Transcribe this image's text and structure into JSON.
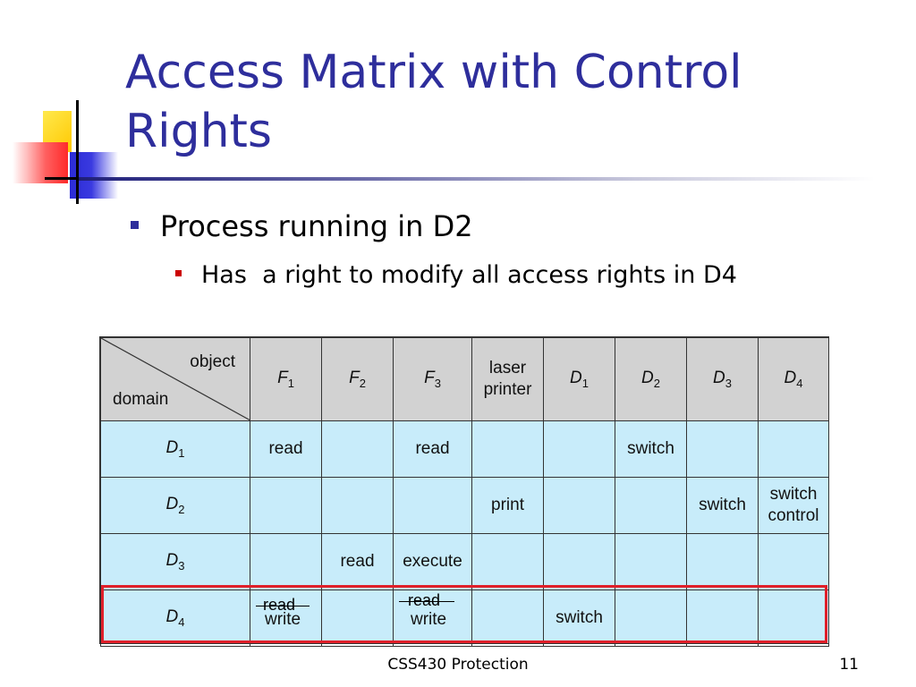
{
  "slide": {
    "title": "Access Matrix with Control Rights",
    "bullets": [
      {
        "text": "Process running in D2"
      },
      {
        "text": "Has  a right to modify all access rights in D4"
      }
    ],
    "footer": "CSS430 Protection",
    "page_number": "11"
  },
  "matrix": {
    "corner_object": "object",
    "corner_domain": "domain",
    "columns": [
      {
        "base": "F",
        "sub": "1"
      },
      {
        "base": "F",
        "sub": "2"
      },
      {
        "base": "F",
        "sub": "3"
      },
      {
        "line1": "laser",
        "line2": "printer"
      },
      {
        "base": "D",
        "sub": "1"
      },
      {
        "base": "D",
        "sub": "2"
      },
      {
        "base": "D",
        "sub": "3"
      },
      {
        "base": "D",
        "sub": "4"
      }
    ],
    "rows": [
      {
        "base": "D",
        "sub": "1",
        "cells": [
          "read",
          "",
          "read",
          "",
          "",
          "switch",
          "",
          ""
        ]
      },
      {
        "base": "D",
        "sub": "2",
        "cells": [
          "",
          "",
          "",
          "print",
          "",
          "",
          "switch",
          "switch control"
        ]
      },
      {
        "base": "D",
        "sub": "3",
        "cells": [
          "",
          "read",
          "execute",
          "",
          "",
          "",
          "",
          ""
        ]
      },
      {
        "base": "D",
        "sub": "4",
        "cells": [
          "write",
          "",
          "write",
          "",
          "switch",
          "",
          "",
          ""
        ]
      }
    ],
    "d2_d4_line1": "switch",
    "d2_d4_line2": "control",
    "annotation_read_f1": "read",
    "annotation_read_f3": "read",
    "highlight_color": "#e0202a"
  }
}
